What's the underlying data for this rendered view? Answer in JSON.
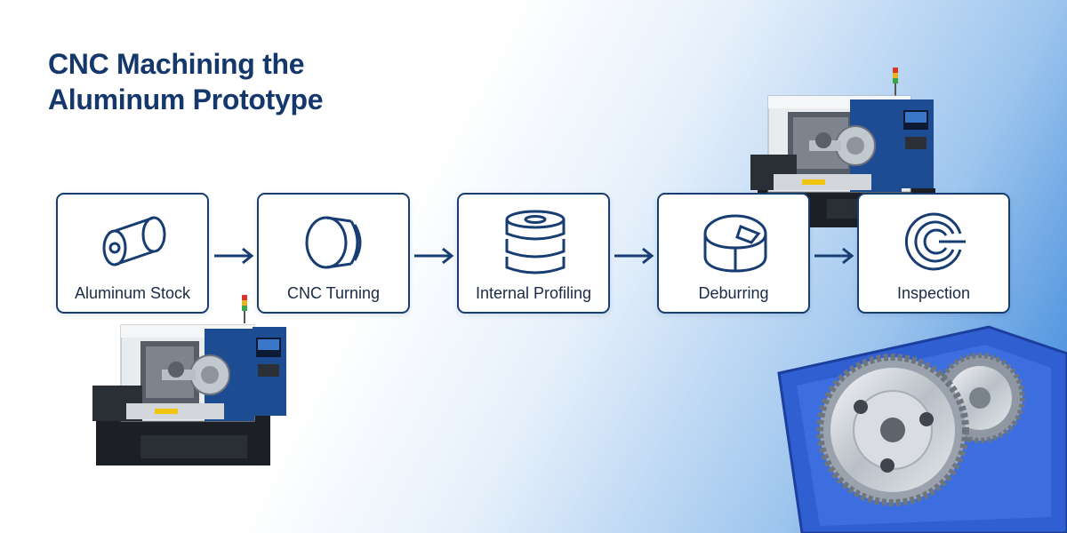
{
  "title": {
    "line1": "CNC Machining the",
    "line2": "Aluminum Prototype"
  },
  "steps": [
    {
      "label": "Aluminum Stock",
      "icon": "cylinder-stock-icon"
    },
    {
      "label": "CNC Turning",
      "icon": "turned-cylinder-icon"
    },
    {
      "label": "Internal Profiling",
      "icon": "stacked-rings-icon"
    },
    {
      "label": "Deburring",
      "icon": "notched-ring-icon"
    },
    {
      "label": "Inspection",
      "icon": "gauge-rings-icon"
    }
  ],
  "colors": {
    "accent": "#173d72",
    "title": "#14376c",
    "machine_blue": "#1e4c93",
    "tray_blue": "#2f5fd0"
  }
}
